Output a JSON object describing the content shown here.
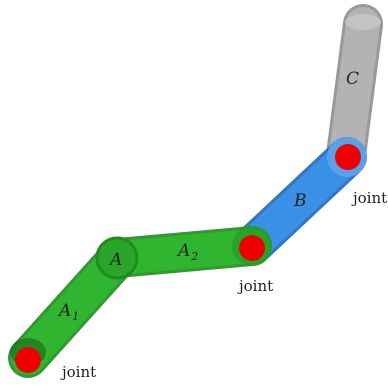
{
  "colors": {
    "green": "#2fb52f",
    "green_dark": "#1e8c1e",
    "blue": "#3a8fe6",
    "blue_dark": "#2a6fbd",
    "gray": "#b3b3b3",
    "gray_dark": "#8e8e8e",
    "joint_red": "#ee0000"
  },
  "segments": {
    "a1": {
      "label": "A",
      "subscript": "1"
    },
    "a": {
      "label": "A"
    },
    "a2": {
      "label": "A",
      "subscript": "2"
    },
    "b": {
      "label": "B"
    },
    "c": {
      "label": "C"
    }
  },
  "joints": {
    "bottom_left": "joint",
    "middle": "joint",
    "upper_right": "joint"
  }
}
